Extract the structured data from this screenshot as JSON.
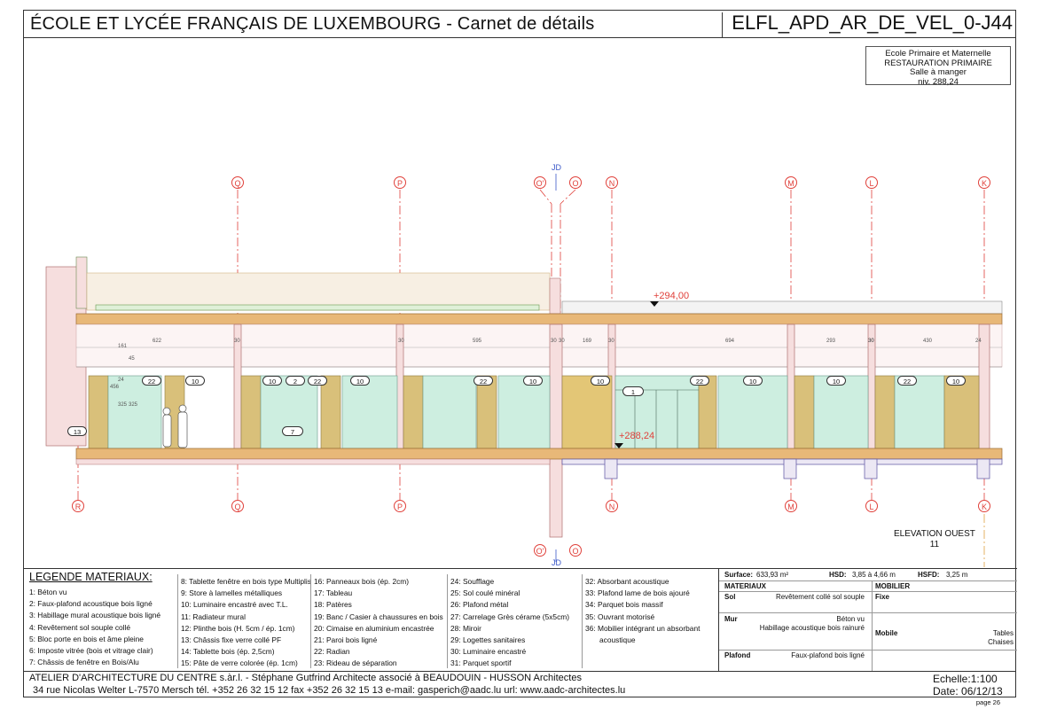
{
  "header": {
    "title": "ÉCOLE ET LYCÉE FRANÇAIS DE LUXEMBOURG - Carnet de détails",
    "code": "ELFL_APD_AR_DE_VEL_0-J44"
  },
  "room": {
    "line1": "Ecole Primaire et Maternelle",
    "line2": "RESTAURATION PRIMAIRE",
    "line3": "Salle à manger",
    "line4": "niv. 288,24"
  },
  "drawing": {
    "axis_jd": "JD",
    "axes_top": [
      "Q",
      "P",
      "O'",
      "O",
      "N",
      "M",
      "L",
      "K"
    ],
    "axes_bottom": [
      "R",
      "Q",
      "P",
      "N",
      "M",
      "L",
      "K"
    ],
    "axes_bottom2": [
      "O'",
      "O"
    ],
    "level_high": "+294,00",
    "level_low": "+288,24",
    "dims_top": [
      "622",
      "30",
      "30",
      "595",
      "30",
      "30",
      "169",
      "30",
      "694",
      "30",
      "293",
      "30",
      "430",
      "24"
    ],
    "dims_vertical": [
      "161",
      "45",
      "456",
      "325",
      "325",
      "24"
    ],
    "tags": [
      "13",
      "22",
      "10",
      "10",
      "2",
      "22",
      "10",
      "22",
      "10",
      "10",
      "1",
      "22",
      "10",
      "10",
      "22",
      "10",
      "7"
    ],
    "elevation_title": "ELEVATION OUEST",
    "elevation_number": "11"
  },
  "legend": {
    "title": "LEGENDE MATERIAUX:",
    "col1": [
      "1:  Béton vu",
      "2: Faux-plafond acoustique bois ligné",
      "3: Habillage mural acoustique bois ligné",
      "4: Revêtement sol souple collé",
      "5: Bloc porte en bois et âme pleine",
      "6: Imposte vitrée (bois et vitrage clair)",
      "7: Châssis de fenêtre en Bois/Alu"
    ],
    "col2": [
      "8: Tablette fenêtre en bois type Multiplis",
      "9: Store à lamelles métalliques",
      "10: Luminaire encastré avec T.L.",
      "11: Radiateur mural",
      "12: Plinthe bois  (H. 5cm / ép. 1cm)",
      "13: Châssis fixe verre collé PF",
      "14: Tablette bois (ép. 2,5cm)",
      "15: Pâte de verre colorée (ép. 1cm)"
    ],
    "col3": [
      "16: Panneaux bois (ép. 2cm)",
      "17: Tableau",
      "18: Patères",
      "19: Banc / Casier à chaussures en bois",
      "20: Cimaise en aluminium encastrée",
      "21: Paroi bois ligné",
      "22: Radian",
      "23: Rideau de séparation"
    ],
    "col4": [
      "24: Soufflage",
      "25: Sol coulé minéral",
      "26: Plafond métal",
      "27: Carrelage Grès cérame (5x5cm)",
      "28: Miroir",
      "29: Logettes sanitaires",
      "30: Luminaire encastré",
      "31: Parquet sportif"
    ],
    "col5": [
      "32: Absorbant acoustique",
      "33: Plafond lame de bois ajouré",
      "34: Parquet bois massif",
      "35: Ouvrant motorisé",
      "36: Mobilier intégrant un absorbant",
      "acoustique"
    ]
  },
  "spec": {
    "surface_label": "Surface:",
    "surface_value": "633,93 m²",
    "hsd_label": "HSD:",
    "hsd_value": "3,85 à 4,66 m",
    "hsfd_label": "HSFD:",
    "hsfd_value": "3,25 m",
    "materiaux": "MATERIAUX",
    "mobilier": "MOBILIER",
    "sol": "Sol",
    "sol_value": "Revêtement collé sol souple",
    "fixe": "Fixe",
    "mur": "Mur",
    "mur_value1": "Béton vu",
    "mur_value2": "Habillage acoustique bois rainuré",
    "mobile": "Mobile",
    "mobile_value1": "Tables",
    "mobile_value2": "Chaises",
    "plafond": "Plafond",
    "plafond_value": "Faux-plafond bois ligné"
  },
  "footer": {
    "line1": "ATELIER D'ARCHITECTURE DU CENTRE s.àr.l. - Stéphane Gutfrind Architecte associé à BEAUDOUIN - HUSSON Architectes",
    "line2": "34 rue Nicolas Welter   L-7570 Mersch   tél. +352 26 32 15 12   fax +352 26 32 15 13   e-mail: gasperich@aadc.lu   url: www.aadc-architectes.lu",
    "scale": "Echelle:1:100",
    "date": "Date: 06/12/13",
    "page": "page 26"
  },
  "colors": {
    "axis": "#e0403a",
    "concrete_fill": "#f6dede",
    "concrete_stroke": "#b07070",
    "wood": "#d9c07a",
    "glass": "#cdeee0",
    "slab": "#e8b878"
  }
}
